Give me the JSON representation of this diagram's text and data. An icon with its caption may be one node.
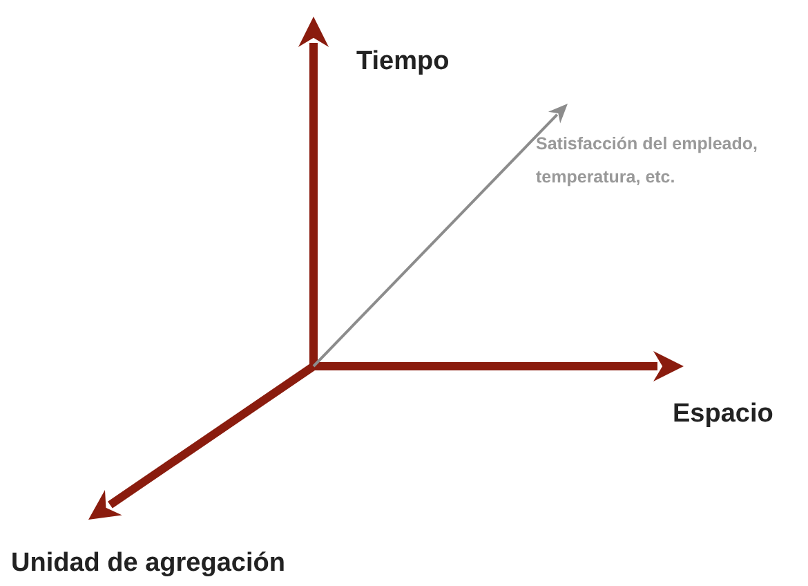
{
  "diagram": {
    "labels": [
      "Tiempo",
      "Satisfacción del empleado, temperatura, etc.",
      "Espacio",
      "Unidad de agregación"
    ]
  }
}
